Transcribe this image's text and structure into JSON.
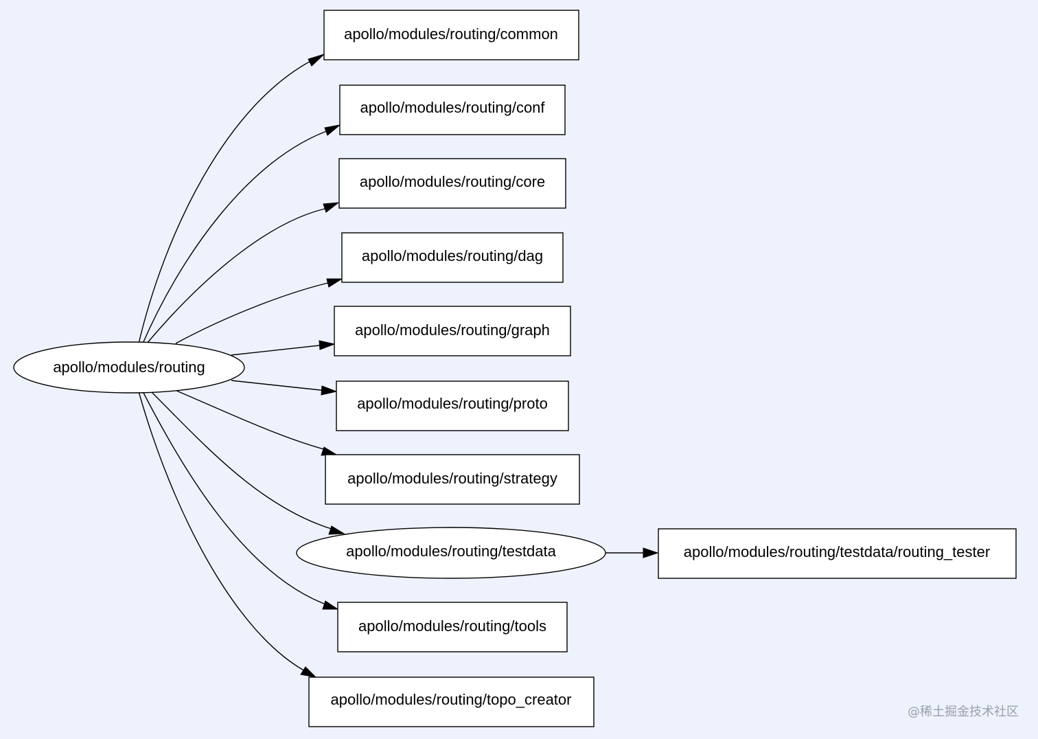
{
  "graph": {
    "root": "apollo/modules/routing",
    "nodes": [
      {
        "id": "common",
        "label": "apollo/modules/routing/common",
        "shape": "box"
      },
      {
        "id": "conf",
        "label": "apollo/modules/routing/conf",
        "shape": "box"
      },
      {
        "id": "core",
        "label": "apollo/modules/routing/core",
        "shape": "box"
      },
      {
        "id": "dag",
        "label": "apollo/modules/routing/dag",
        "shape": "box"
      },
      {
        "id": "graph",
        "label": "apollo/modules/routing/graph",
        "shape": "box"
      },
      {
        "id": "proto",
        "label": "apollo/modules/routing/proto",
        "shape": "box"
      },
      {
        "id": "strategy",
        "label": "apollo/modules/routing/strategy",
        "shape": "box"
      },
      {
        "id": "testdata",
        "label": "apollo/modules/routing/testdata",
        "shape": "ellipse"
      },
      {
        "id": "routing_tester",
        "label": "apollo/modules/routing/testdata/routing_tester",
        "shape": "box"
      },
      {
        "id": "tools",
        "label": "apollo/modules/routing/tools",
        "shape": "box"
      },
      {
        "id": "topo_creator",
        "label": "apollo/modules/routing/topo_creator",
        "shape": "box"
      }
    ],
    "edges": [
      {
        "from": "root",
        "to": "common"
      },
      {
        "from": "root",
        "to": "conf"
      },
      {
        "from": "root",
        "to": "core"
      },
      {
        "from": "root",
        "to": "dag"
      },
      {
        "from": "root",
        "to": "graph"
      },
      {
        "from": "root",
        "to": "proto"
      },
      {
        "from": "root",
        "to": "strategy"
      },
      {
        "from": "root",
        "to": "testdata"
      },
      {
        "from": "root",
        "to": "tools"
      },
      {
        "from": "root",
        "to": "topo_creator"
      },
      {
        "from": "testdata",
        "to": "routing_tester"
      }
    ]
  },
  "watermark": "@稀土掘金技术社区",
  "colors": {
    "background": "#eef2fd",
    "node_fill": "#ffffff",
    "stroke": "#000000",
    "watermark": "#9aa0aa"
  }
}
